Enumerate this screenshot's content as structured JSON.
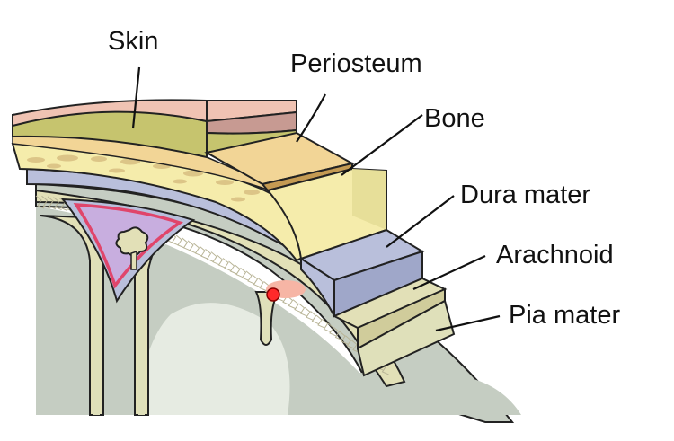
{
  "labels": {
    "skin": "Skin",
    "periosteum": "Periosteum",
    "bone": "Bone",
    "dura": "Dura mater",
    "arachnoid": "Arachnoid",
    "pia": "Pia mater"
  },
  "colors": {
    "outline": "#222222",
    "skin": "#f0c3b3",
    "skin_side": "#c79a92",
    "dermis": "#c6c46e",
    "dermis_dark": "#9fa04c",
    "periosteum": "#f2d596",
    "periosteum_side": "#c49a53",
    "bone": "#f5ecab",
    "bone_side": "#e7df99",
    "bone_spots": "#dcc587",
    "dura": "#b9bfdb",
    "dura_side": "#9fa7c9",
    "arachnoid": "#e2e0b7",
    "arachnoid_side": "#d0cc9b",
    "arachnoid_mesh": "#b8b496",
    "pia": "#dfe0ba",
    "brain": "#c5cdc2",
    "brain_light": "#e6ebe2",
    "sinus": "#c8aedf",
    "sinus_rim": "#e0456b",
    "vessel": "#ff2a2a",
    "vessel_glow": "#f6b5a5"
  },
  "icons": {
    "granulation": "arachnoid-granulation-icon",
    "vessel": "blood-vessel-icon"
  }
}
